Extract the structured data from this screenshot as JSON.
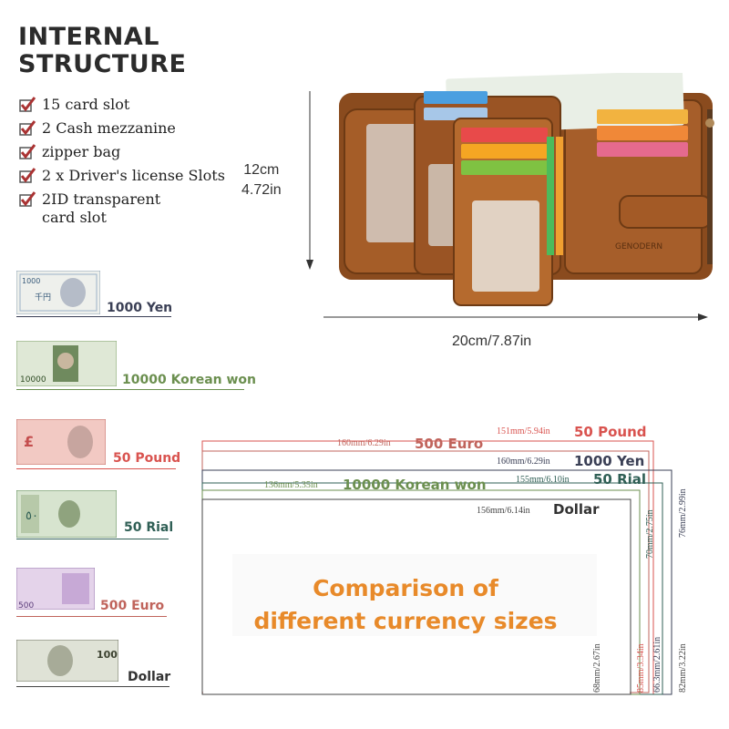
{
  "title": [
    "INTERNAL",
    "STRUCTURE"
  ],
  "features": [
    "15 card slot",
    "2 Cash mezzanine",
    "zipper bag",
    "2 x Driver's license Slots",
    "2ID transparent",
    "card slot"
  ],
  "wallet": {
    "height_label": [
      "12cm",
      "4.72in"
    ],
    "width_label": "20cm/7.87in",
    "brand": "GENODERN"
  },
  "notes": {
    "yen": "1000 Yen",
    "won": "10000 Korean won",
    "pound": "50 Pound",
    "rial": "50 Rial",
    "euro": "500 Euro",
    "dollar": "Dollar"
  },
  "note_art": {
    "yen": "1000",
    "won": "10000",
    "rial": "٥٠",
    "euro": "500"
  },
  "comparison": {
    "title_line1": "Comparison of",
    "title_line2": "different currency sizes",
    "bars": {
      "pound": {
        "size": "151mm/5.94in",
        "name": "50 Pound",
        "color": "#d9534f"
      },
      "euro": {
        "size": "160mm/6.29in",
        "name": "500 Euro",
        "color": "#c0645c"
      },
      "yen": {
        "size": "160mm/6.29in",
        "name": "1000 Yen",
        "color": "#3a3f55"
      },
      "rial": {
        "size": "155mm/6.10in",
        "name": "50 Rial",
        "color": "#2f5f55"
      },
      "won": {
        "size": "136mm/5.35in",
        "name": "10000 Korean won",
        "color": "#6b8f4f"
      },
      "dollar": {
        "size": "156mm/6.14in",
        "name": "Dollar",
        "color": "#444444"
      }
    },
    "heights": {
      "h1": "68mm/2.67in",
      "h2": "70mm/2.75in",
      "h3": "85mm/3.34in",
      "h4": "66.3mm/2.61in",
      "h5": "76mm/2.99in",
      "h6": "82mm/3.22in"
    }
  }
}
